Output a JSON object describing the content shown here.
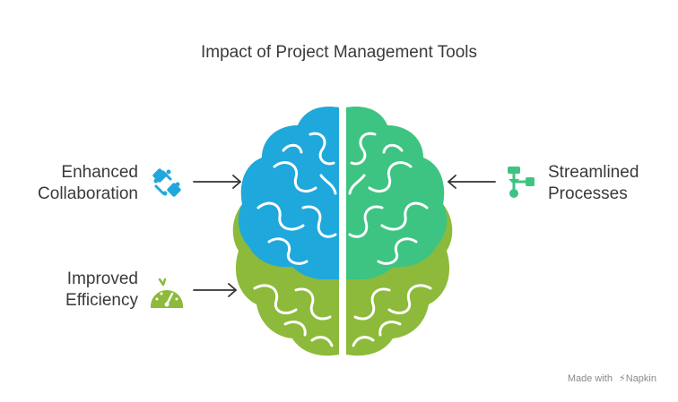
{
  "title": "Impact of Project Management Tools",
  "items": {
    "collaboration": {
      "line1": "Enhanced",
      "line2": "Collaboration",
      "color": "#1fa8dc"
    },
    "efficiency": {
      "line1": "Improved",
      "line2": "Efficiency",
      "color": "#8dba3a"
    },
    "processes": {
      "line1": "Streamlined",
      "line2": "Processes",
      "color": "#3dc482"
    }
  },
  "footer": {
    "made_with": "Made with",
    "brand": "Napkin"
  },
  "icons": [
    "handshake-icon",
    "gauge-icon",
    "flowchart-icon",
    "arrow-right-icon",
    "arrow-left-icon",
    "brain-icon"
  ]
}
